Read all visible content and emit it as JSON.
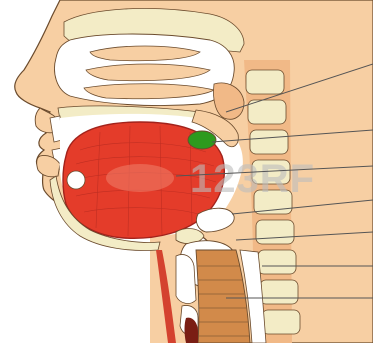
{
  "watermark": {
    "text": "123RF",
    "color": "#bdbdbd"
  },
  "colors": {
    "skin": "#f7cfa3",
    "skin_dark": "#f1b987",
    "bone": "#f3ecc6",
    "bone_dot": "#b9b07a",
    "cavity": "#ffffff",
    "tongue": "#e43c2a",
    "tongue_light": "#ef7a66",
    "tongue_edge": "#a2231c",
    "tonsil": "#2d9a1e",
    "trachea": "#d28a4a",
    "vessel": "#d4422f",
    "outline": "#6a4a2c"
  },
  "labels": {
    "count": 7,
    "ids": [
      "nasopharynx",
      "tonsil",
      "tongue",
      "epiglottis",
      "larynx",
      "trachea",
      "esophagus"
    ]
  }
}
